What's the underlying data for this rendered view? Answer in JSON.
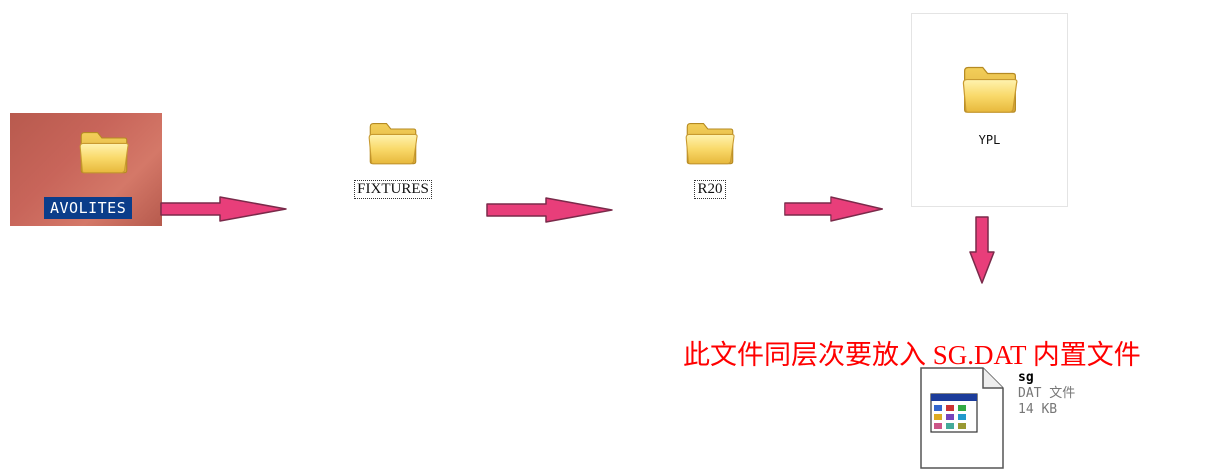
{
  "desktop": {
    "folder_label": "AVOLITES"
  },
  "folders": [
    {
      "label": "FIXTURES"
    },
    {
      "label": "R20"
    },
    {
      "label": "YPL"
    }
  ],
  "note": "此文件同层次要放入 SG.DAT 内置文件",
  "file": {
    "name": "sg",
    "type": "DAT 文件",
    "size": "14 KB",
    "icon": "dat-file-icon"
  },
  "colors": {
    "arrow": "#e83e7a",
    "arrow_stroke": "#7a2a4a",
    "note": "#ff0000",
    "folder": "#f5d56a",
    "selection": "#0b3d8a"
  }
}
